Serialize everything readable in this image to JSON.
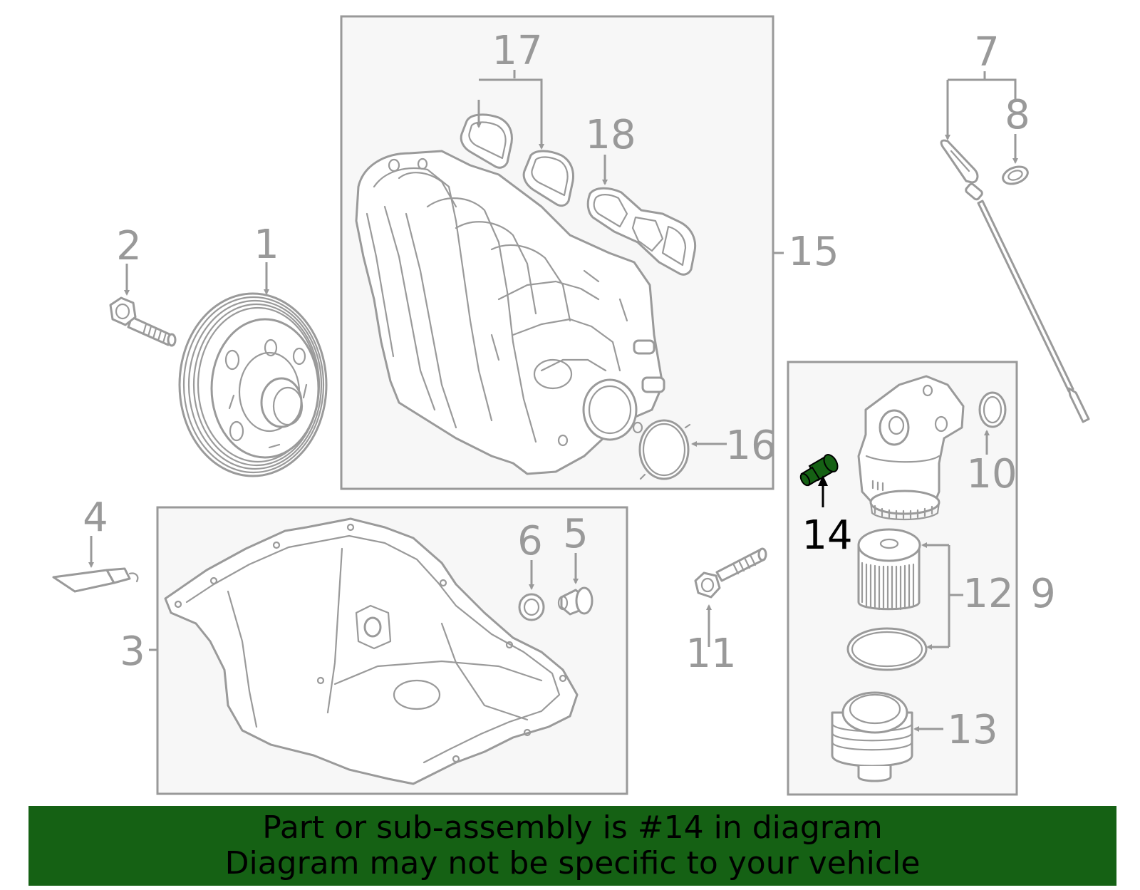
{
  "callouts": {
    "c1": "1",
    "c2": "2",
    "c3": "3",
    "c4": "4",
    "c5": "5",
    "c6": "6",
    "c7": "7",
    "c8": "8",
    "c9": "9",
    "c10": "10",
    "c11": "11",
    "c12": "12",
    "c13": "13",
    "c14": "14",
    "c15": "15",
    "c16": "16",
    "c17": "17",
    "c18": "18"
  },
  "highlight": {
    "part_number": "14",
    "color": "#156114"
  },
  "banner": {
    "line1": "Part or sub-assembly is #14 in diagram",
    "line2": "Diagram may not be specific to your vehicle",
    "background": "#156114"
  }
}
